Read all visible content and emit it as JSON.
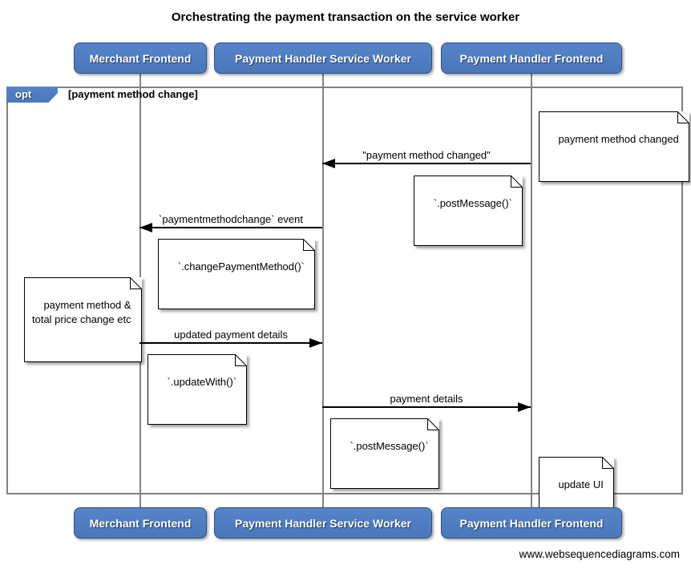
{
  "title": "Orchestrating the payment transaction on the service worker",
  "actors": [
    {
      "id": "merchant-frontend",
      "label": "Merchant Frontend"
    },
    {
      "id": "payment-handler-service-worker",
      "label": "Payment Handler Service Worker"
    },
    {
      "id": "payment-handler-frontend",
      "label": "Payment Handler Frontend"
    }
  ],
  "opt_frame": {
    "operator": "opt",
    "guard": "[payment method change]"
  },
  "messages": [
    {
      "from": "Payment Handler Frontend",
      "to": "Payment Handler Service Worker",
      "label": "\"payment method changed\""
    },
    {
      "from": "Payment Handler Service Worker",
      "to": "Merchant Frontend",
      "label": "`paymentmethodchange` event"
    },
    {
      "from": "Merchant Frontend",
      "to": "Payment Handler Service Worker",
      "label": "updated payment details"
    },
    {
      "from": "Payment Handler Service Worker",
      "to": "Payment Handler Frontend",
      "label": "payment details"
    }
  ],
  "notes": [
    {
      "text": "payment method changed"
    },
    {
      "text": "`.postMessage()`"
    },
    {
      "text": "`.changePaymentMethod()`"
    },
    {
      "text": "payment method &\ntotal price change etc"
    },
    {
      "text": "`.updateWith()`"
    },
    {
      "text": "`.postMessage()`"
    },
    {
      "text": "update UI"
    }
  ],
  "footer": "www.websequencediagrams.com",
  "colors": {
    "actor_fill": "#4d7cc0",
    "actor_border": "#2f4f7a",
    "actor_text": "#ffffff",
    "frame_border": "#7f7f7f",
    "lifeline": "#848484",
    "note_fill": "#ffffff",
    "note_border": "#000000",
    "arrow": "#000000",
    "background": "#ffffff"
  }
}
